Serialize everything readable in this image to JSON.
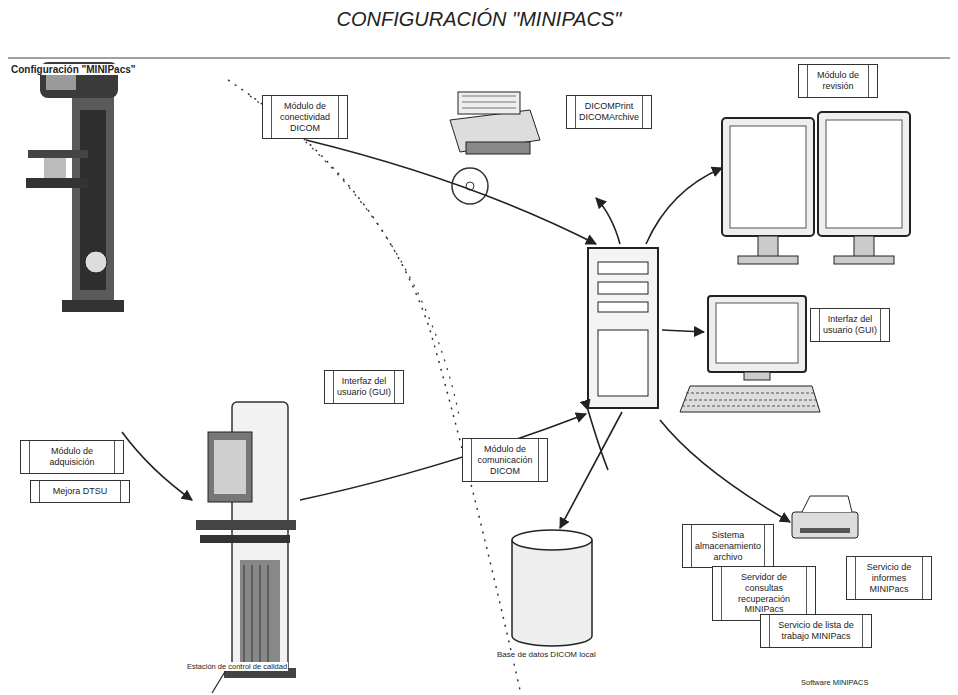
{
  "diagram": {
    "title": "CONFIGURACIÓN \"MINIPACS\"",
    "nodes": [
      {
        "text": [
          "Módulo de conectividad DICOM"
        ]
      },
      {
        "text": [
          "DICOMPrint DICOMArchive"
        ]
      },
      {
        "text": [
          "Módulo de revisión"
        ]
      },
      {
        "text": [
          "Interfaz del usuario (GUI)"
        ]
      },
      {
        "text": [
          "Interfaz del usuario (GUI)"
        ]
      },
      {
        "text": [
          "Módulo de adquisición"
        ]
      },
      {
        "text": [
          "Mejora DTSU"
        ]
      },
      {
        "text": [
          "Módulo de comunicación DICOM"
        ]
      },
      {
        "text": [
          "Servicio de informes MINIPacs"
        ]
      },
      {
        "text": [
          "Sistema almacenamiento archivo"
        ]
      },
      {
        "text": [
          "Servidor de consultas recuperación MINIPacs"
        ]
      },
      {
        "text": [
          "Servicio de lista de trabajo MINIPacs"
        ]
      }
    ],
    "labels": [
      "Configuración \"MINIPacs\"",
      "Estación de control de calidad",
      "Base de datos DICOM local",
      "Software MINIPACS"
    ]
  }
}
